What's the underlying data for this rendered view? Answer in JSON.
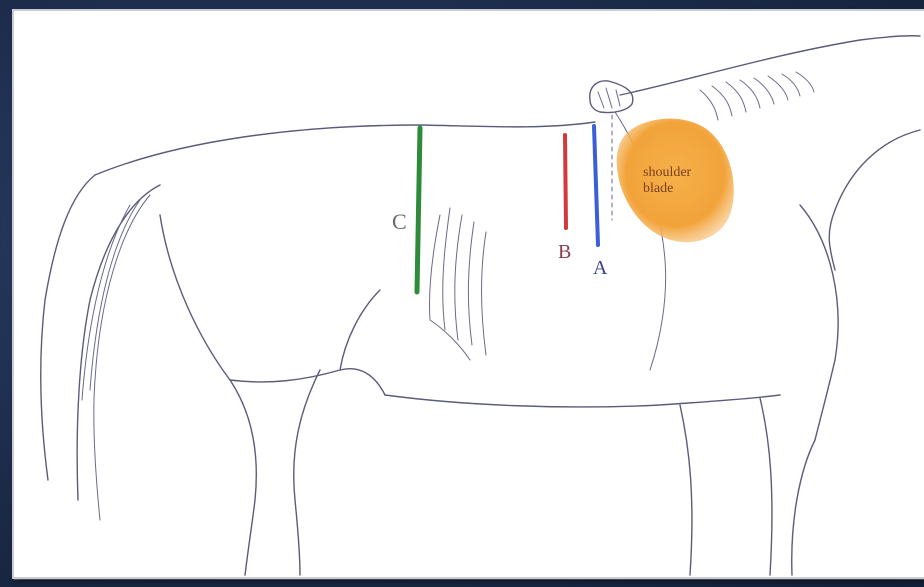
{
  "labels": {
    "c": "C",
    "b": "B",
    "a": "A",
    "shoulder_line1": "shoulder",
    "shoulder_line2": "blade"
  },
  "colors": {
    "line_c": "#2e8b3a",
    "line_b": "#d23a3a",
    "line_a": "#3c5fd8",
    "shoulder_blade": "#f2a33a",
    "background": "#1e2f4d",
    "card": "#ffffff"
  }
}
